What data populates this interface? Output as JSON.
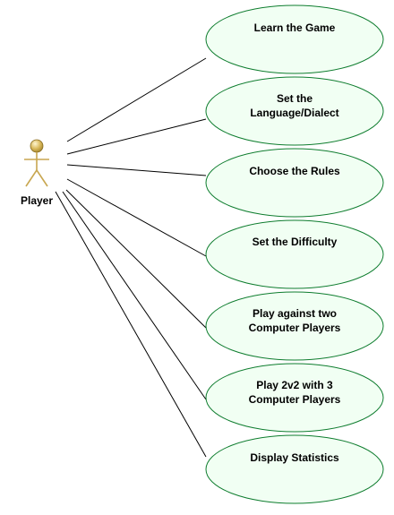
{
  "actor": {
    "name": "Player"
  },
  "use_cases": [
    {
      "lines": [
        "Learn the Game"
      ]
    },
    {
      "lines": [
        "Set the",
        "Language/Dialect"
      ]
    },
    {
      "lines": [
        "Choose the Rules"
      ]
    },
    {
      "lines": [
        "Set the Difficulty"
      ]
    },
    {
      "lines": [
        "Play against two",
        "Computer Players"
      ]
    },
    {
      "lines": [
        "Play 2v2 with 3",
        "Computer Players"
      ]
    },
    {
      "lines": [
        "Display Statistics"
      ]
    }
  ],
  "colors": {
    "use_case_fill": "#f1fff3",
    "use_case_stroke": "#0f7d2f",
    "line": "#000000",
    "actor_head_light": "#fff6d2",
    "actor_head_dark": "#a0822d",
    "actor_body": "#c8a650"
  }
}
